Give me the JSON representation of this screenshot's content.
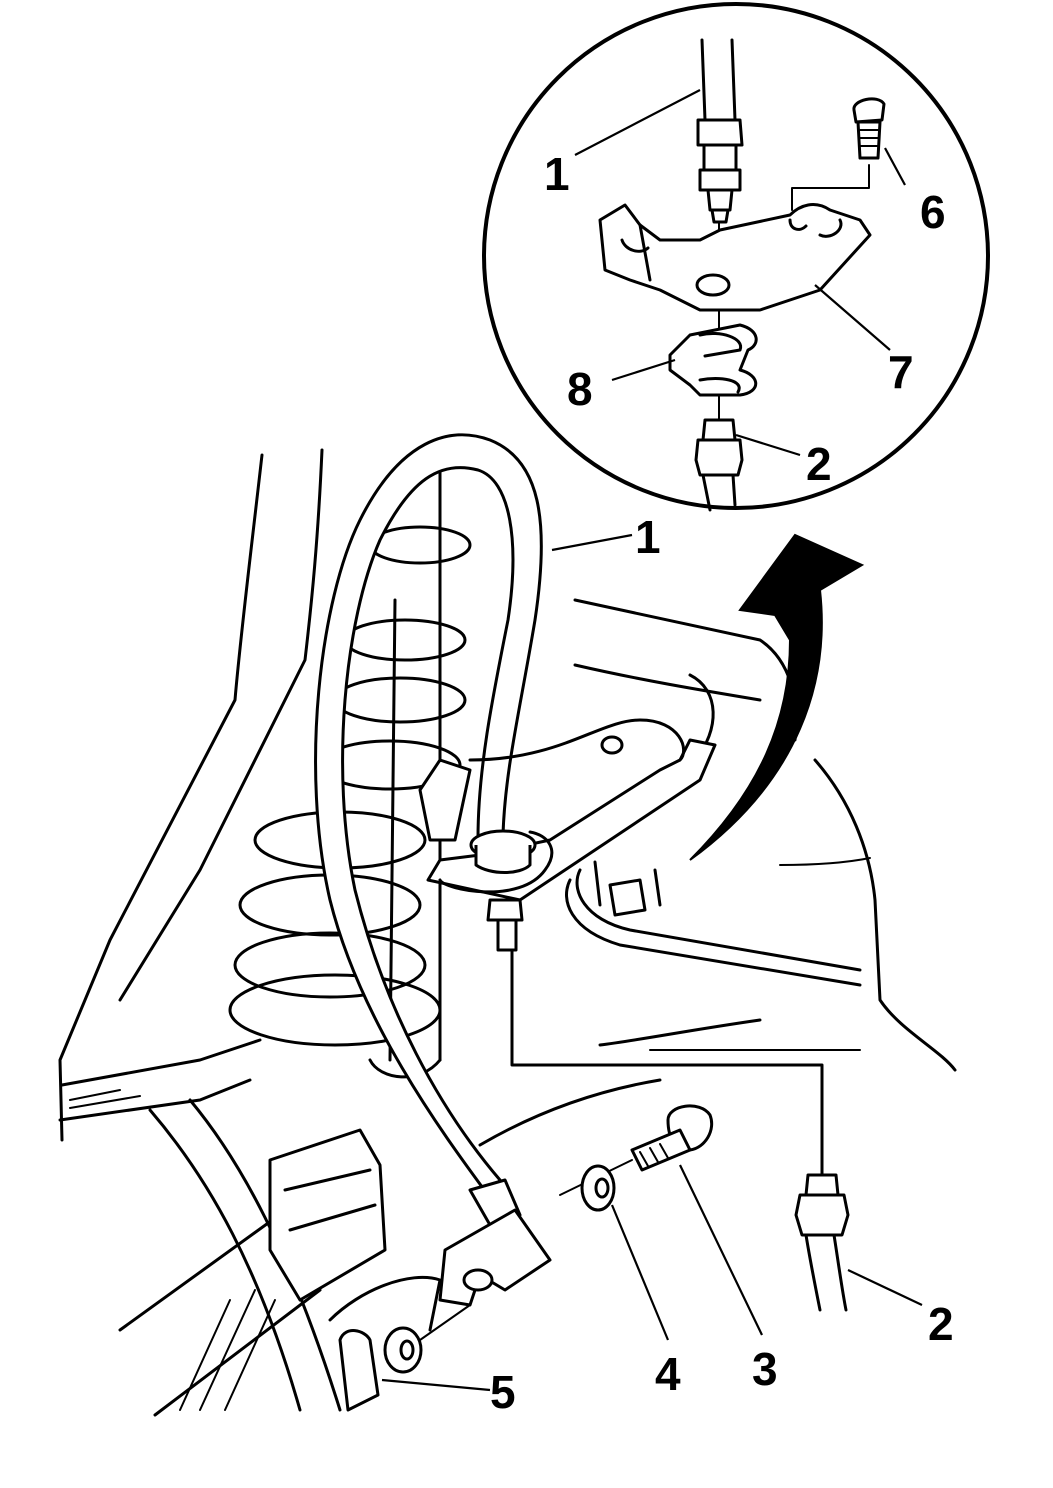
{
  "diagram": {
    "callouts": {
      "c1_detail": "1",
      "c6": "6",
      "c7": "7",
      "c8": "8",
      "c2_detail": "2",
      "c1_main": "1",
      "c2_main": "2",
      "c3": "3",
      "c4": "4",
      "c5": "5"
    },
    "icons": {
      "detail_view": "magnifier-circle",
      "direction": "curved-arrow"
    }
  }
}
